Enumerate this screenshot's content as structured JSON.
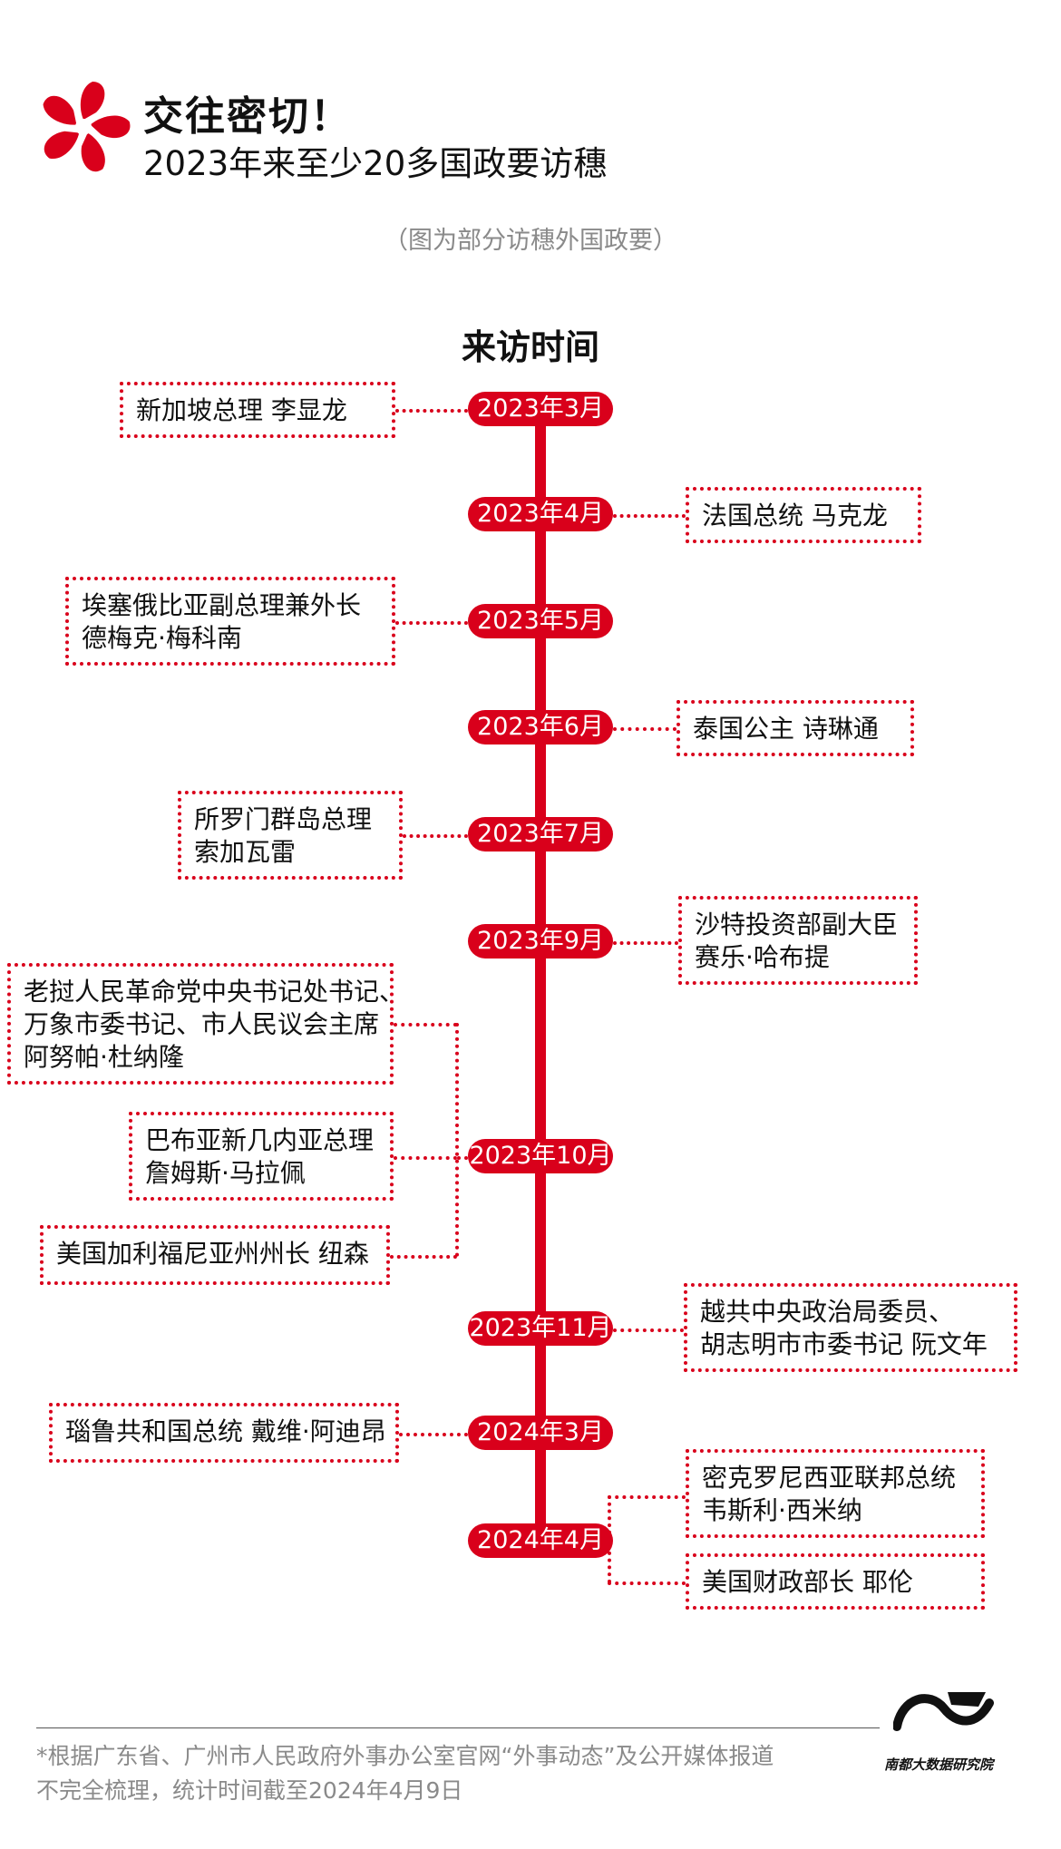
{
  "header": {
    "title": "交往密切！",
    "subtitle": "2023年来至少20多国政要访穗",
    "caption": "（图为部分访穗外国政要）"
  },
  "timeline": {
    "axis_title": "来访时间",
    "dates": [
      "2023年3月",
      "2023年4月",
      "2023年5月",
      "2023年6月",
      "2023年7月",
      "2023年9月",
      "2023年10月",
      "2023年11月",
      "2024年3月",
      "2024年4月"
    ],
    "visitors": [
      {
        "date": "2023年3月",
        "lines": [
          "新加坡总理 李显龙"
        ]
      },
      {
        "date": "2023年4月",
        "lines": [
          "法国总统 马克龙"
        ]
      },
      {
        "date": "2023年5月",
        "lines": [
          "埃塞俄比亚副总理兼外长",
          "德梅克·梅科南"
        ]
      },
      {
        "date": "2023年6月",
        "lines": [
          "泰国公主 诗琳通"
        ]
      },
      {
        "date": "2023年7月",
        "lines": [
          "所罗门群岛总理",
          "索加瓦雷"
        ]
      },
      {
        "date": "2023年9月",
        "lines": [
          "沙特投资部副大臣",
          "赛乐·哈布提"
        ]
      },
      {
        "date": "2023年10月",
        "lines": [
          "老挝人民革命党中央书记处书记、",
          "万象市委书记、市人民议会主席",
          "阿努帕·杜纳隆"
        ]
      },
      {
        "date": "2023年10月",
        "lines": [
          "巴布亚新几内亚总理",
          "詹姆斯·马拉佩"
        ]
      },
      {
        "date": "2023年10月",
        "lines": [
          "美国加利福尼亚州州长 纽森"
        ]
      },
      {
        "date": "2023年11月",
        "lines": [
          "越共中央政治局委员、",
          "胡志明市市委书记 阮文年"
        ]
      },
      {
        "date": "2024年3月",
        "lines": [
          "瑙鲁共和国总统 戴维·阿迪昂"
        ]
      },
      {
        "date": "2024年4月",
        "lines": [
          "密克罗尼西亚联邦总统",
          "韦斯利·西米纳"
        ]
      },
      {
        "date": "2024年4月",
        "lines": [
          "美国财政部长 耶伦"
        ]
      }
    ]
  },
  "footer": {
    "note_line1": "*根据广东省、广州市人民政府外事办公室官网“外事动态”及公开媒体报道",
    "note_line2": "不完全梳理，统计时间截至2024年4月9日",
    "brand": "南都大数据研究院"
  },
  "colors": {
    "accent": "#d9001b",
    "muted": "#8a8a8a"
  },
  "icons": {
    "logo": "kapok-flower-icon",
    "brand": "nandu-brand-icon"
  }
}
